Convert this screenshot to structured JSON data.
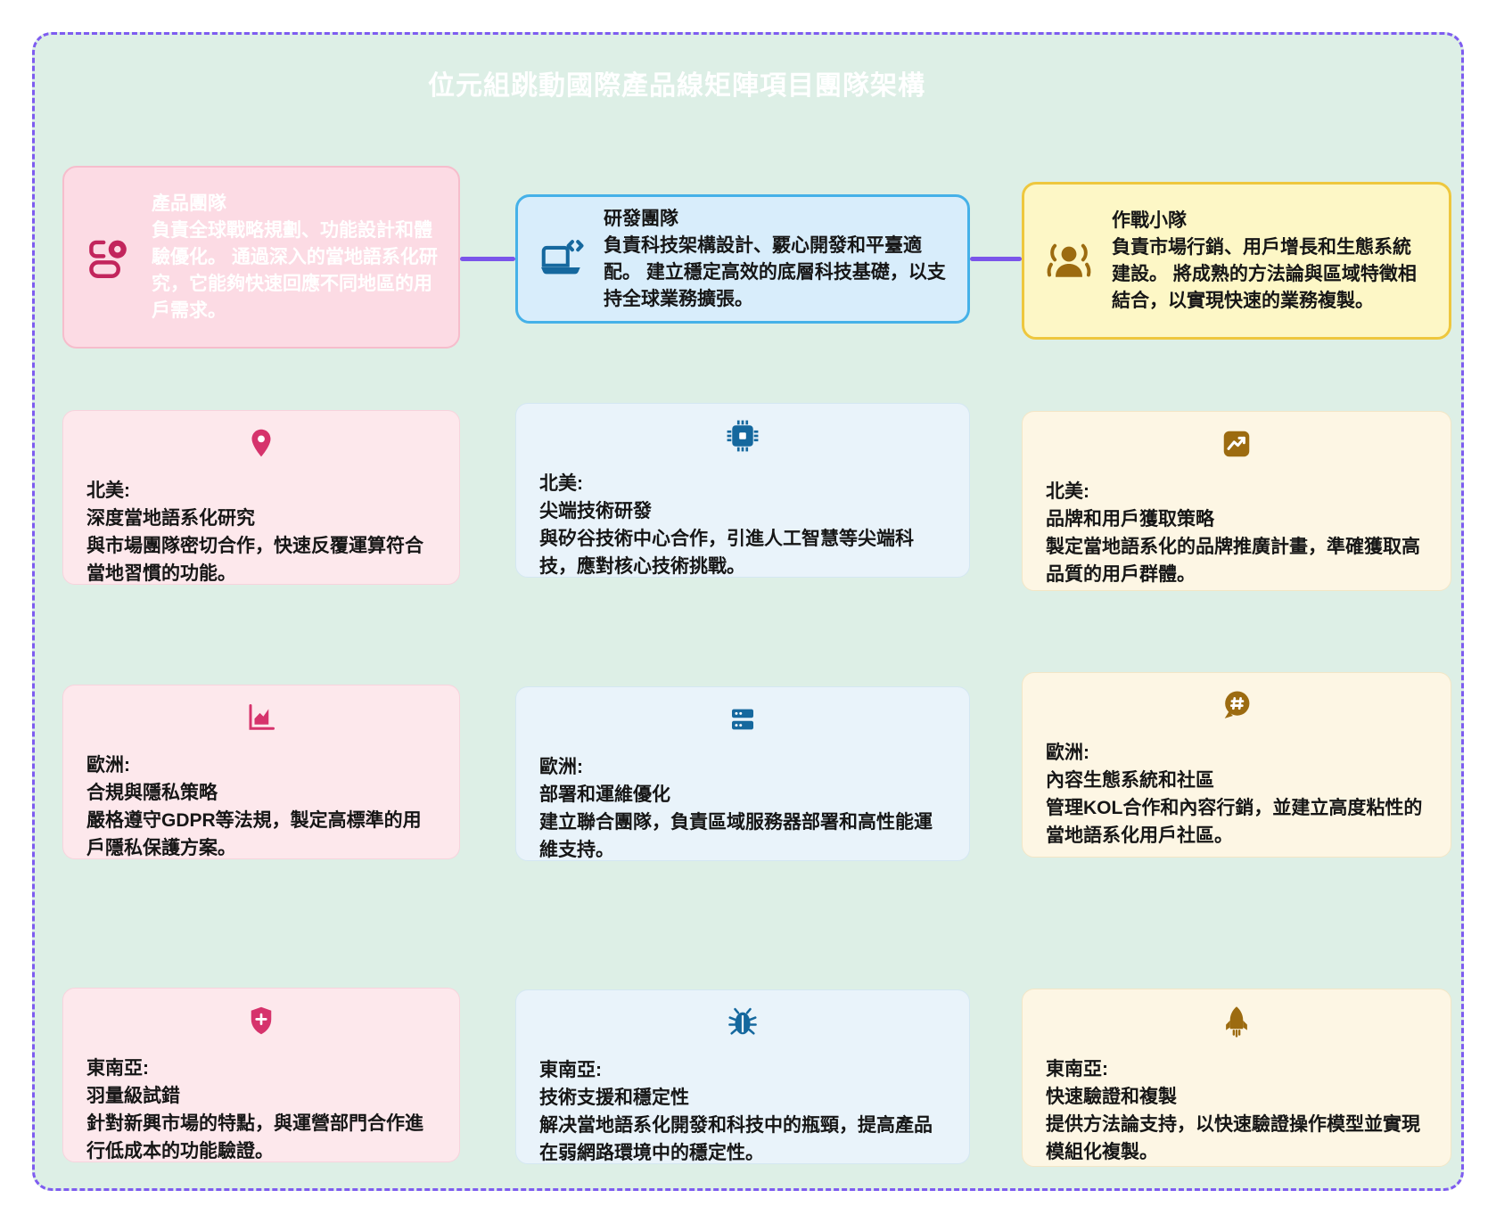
{
  "title": "位元組跳動國際產品線矩陣項目團隊架構",
  "colors": {
    "board_bg": "#ddefe6",
    "board_border": "#7e5cf0",
    "connector": "#7a55ea",
    "pink_accent": "#d6336c",
    "blue_accent": "#15689e",
    "brown_accent": "#9c6b10"
  },
  "teams": [
    {
      "name": "產品團隊",
      "description": "負責全球戰略規劃、功能設計和體驗優化。 通過深入的當地語系化研究，它能夠快速回應不同地區的用戶需求。",
      "icon": "product-versions-icon",
      "cards": [
        {
          "region": "北美:",
          "heading": "深度當地語系化研究",
          "body": "與市場團隊密切合作，快速反覆運算符合當地習慣的功能。",
          "icon": "location-pin-icon"
        },
        {
          "region": "歐洲:",
          "heading": "合規與隱私策略",
          "body": "嚴格遵守GDPR等法規，製定高標準的用戶隱私保護方案。",
          "icon": "area-chart-icon"
        },
        {
          "region": "東南亞:",
          "heading": "羽量級試錯",
          "body": "針對新興市場的特點，與運營部門合作進行低成本的功能驗證。",
          "icon": "shield-plus-icon"
        }
      ]
    },
    {
      "name": "研發團隊",
      "description": "負責科技架構設計、覈心開發和平臺適配。 建立穩定高效的底層科技基礎，以支持全球業務擴張。",
      "icon": "laptop-code-icon",
      "cards": [
        {
          "region": "北美:",
          "heading": "尖端技術研發",
          "body": "與矽谷技術中心合作，引進人工智慧等尖端科技，應對核心技術挑戰。",
          "icon": "cpu-chip-icon"
        },
        {
          "region": "歐洲:",
          "heading": "部署和運維優化",
          "body": "建立聯合團隊，負責區域服務器部署和高性能運維支持。",
          "icon": "server-stack-icon"
        },
        {
          "region": "東南亞:",
          "heading": "技術支援和穩定性",
          "body": "解决當地語系化開發和科技中的瓶頸，提高產品在弱網路環境中的穩定性。",
          "icon": "bug-icon"
        }
      ]
    },
    {
      "name": "作戰小隊",
      "description": "負責市場行銷、用戶增長和生態系統建設。 將成熟的方法論與區域特徵相結合，以實現快速的業務複製。",
      "icon": "people-community-icon",
      "cards": [
        {
          "region": "北美:",
          "heading": "品牌和用戶獲取策略",
          "body": "製定當地語系化的品牌推廣計畫，準確獲取高品質的用戶群體。",
          "icon": "trend-up-square-icon"
        },
        {
          "region": "歐洲:",
          "heading": "內容生態系統和社區",
          "body": "管理KOL合作和內容行銷，並建立高度粘性的當地語系化用戶社區。",
          "icon": "hashtag-bubble-icon"
        },
        {
          "region": "東南亞:",
          "heading": "快速驗證和複製",
          "body": "提供方法論支持，以快速驗證操作模型並實現模組化複製。",
          "icon": "rocket-icon"
        }
      ]
    }
  ]
}
